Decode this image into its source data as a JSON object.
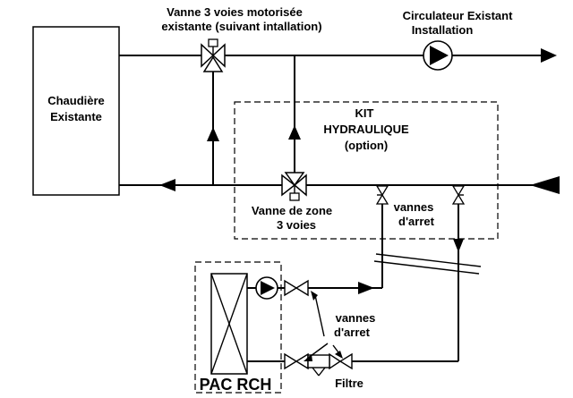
{
  "labels": {
    "boiler": [
      "Chaudière",
      "Existante"
    ],
    "motor_valve": [
      "Vanne 3 voies motorisée",
      "existante (suivant intallation)"
    ],
    "circulator": [
      "Circulateur Existant",
      "Installation"
    ],
    "kit": [
      "KIT",
      "HYDRAULIQUE",
      "(option)"
    ],
    "zone_valve": [
      "Vanne de zone",
      "3 voies"
    ],
    "stop_valves_top": [
      "vannes",
      "d'arret"
    ],
    "stop_valves_bottom": [
      "vannes",
      "d'arret"
    ],
    "pac": "PAC RCH",
    "filter": "Filtre"
  }
}
